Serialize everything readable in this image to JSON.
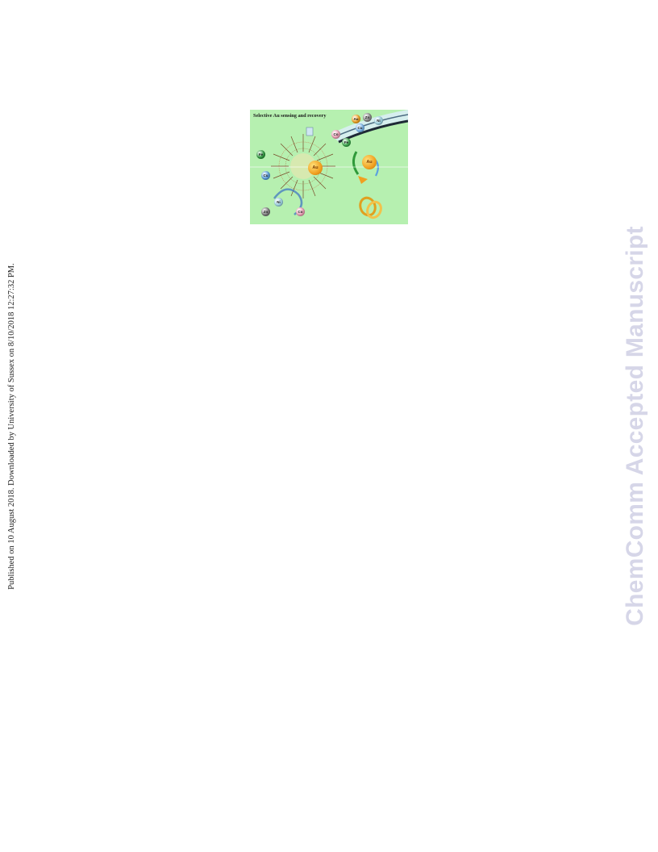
{
  "side_note": "Published on 10 August 2018. Downloaded by University of Sussex on 8/10/2018 12:27:32 PM.",
  "watermark": "ChemComm Accepted Manuscript",
  "figure": {
    "title": "Selective Au  sensing and recovery",
    "center_label": "Au",
    "recovered_label": "Au",
    "ions": [
      {
        "id": "ion-zn-top",
        "label": "Zn",
        "color": "#8a8a8a"
      },
      {
        "id": "ion-ni-top",
        "label": "Ni",
        "color": "#9fd6e6"
      },
      {
        "id": "ion-cu-top",
        "label": "Cu",
        "color": "#7ab8ee"
      },
      {
        "id": "ion-co-top",
        "label": "Co",
        "color": "#f0a0b8"
      },
      {
        "id": "ion-fe-top",
        "label": "Fe",
        "color": "#3aa84a"
      },
      {
        "id": "ion-au-top",
        "label": "Au",
        "color": "#f5a623"
      },
      {
        "id": "ion-fe-left",
        "label": "Fe",
        "color": "#2e9a3e"
      },
      {
        "id": "ion-cu-left",
        "label": "Cu",
        "color": "#5aa0e0"
      },
      {
        "id": "ion-ni-left",
        "label": "Ni",
        "color": "#9fd6e6"
      },
      {
        "id": "ion-zn-bottom",
        "label": "Zn",
        "color": "#7a7a7a"
      },
      {
        "id": "ion-co-bottom",
        "label": "Co",
        "color": "#f0a0b8"
      }
    ]
  }
}
